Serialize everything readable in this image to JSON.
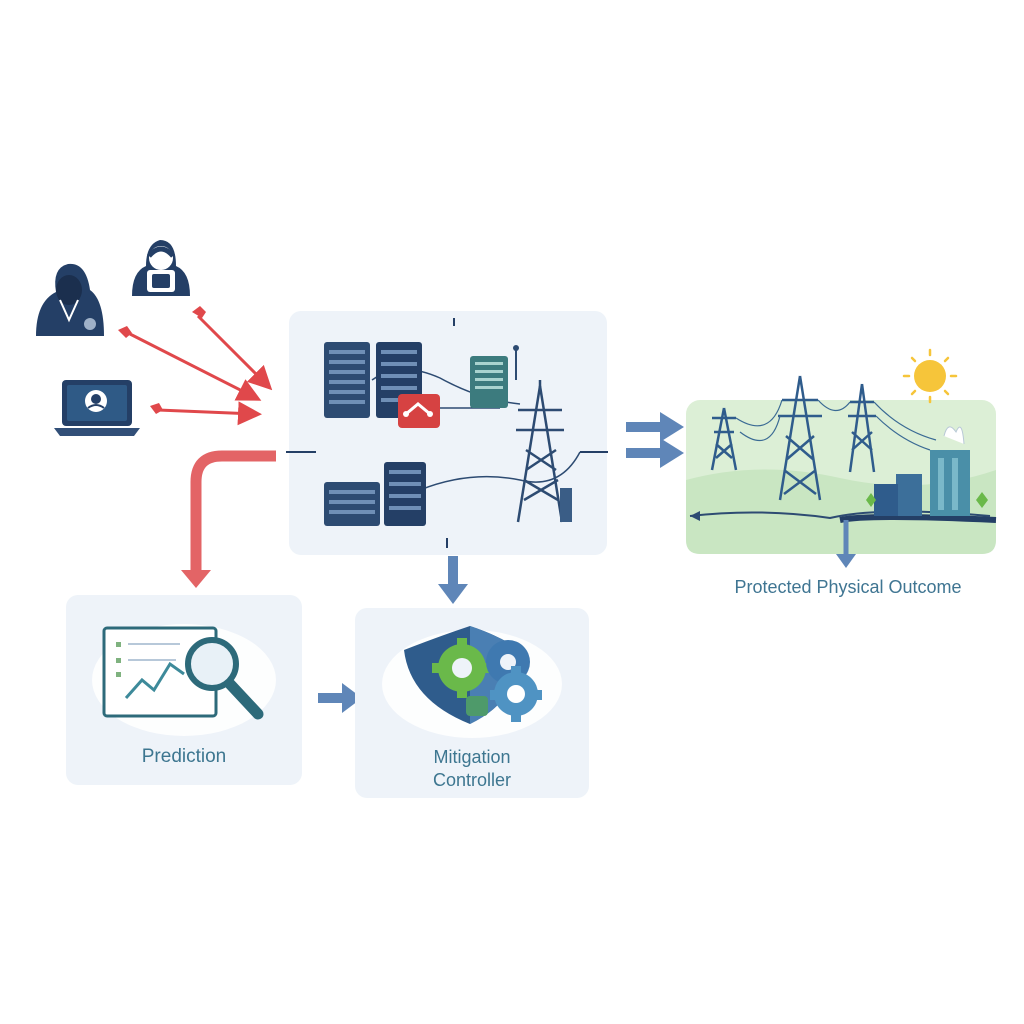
{
  "labels": {
    "prediction": "Prediction",
    "mitigation_line1": "Mitigation",
    "mitigation_line2": "Controller",
    "outcome": "Protected Physical Outcome"
  },
  "colors": {
    "attack_red": "#e0484b",
    "flow_blue": "#5f86b8",
    "dark_navy": "#243f66",
    "panel_bg": "#eef3f9",
    "grid_green": "#dcefd6",
    "text_teal": "#3d7690",
    "sun": "#f6c53a",
    "gear_green": "#6ab94a",
    "gear_blue": "#4f93c3"
  },
  "icons": [
    "hooded-attacker-icon",
    "hacker-icon",
    "compromised-laptop-icon",
    "server-rack-icon",
    "alert-node-icon",
    "transmission-tower-icon",
    "chart-magnifier-icon",
    "shield-gears-icon",
    "sun-icon",
    "city-buildings-icon"
  ]
}
